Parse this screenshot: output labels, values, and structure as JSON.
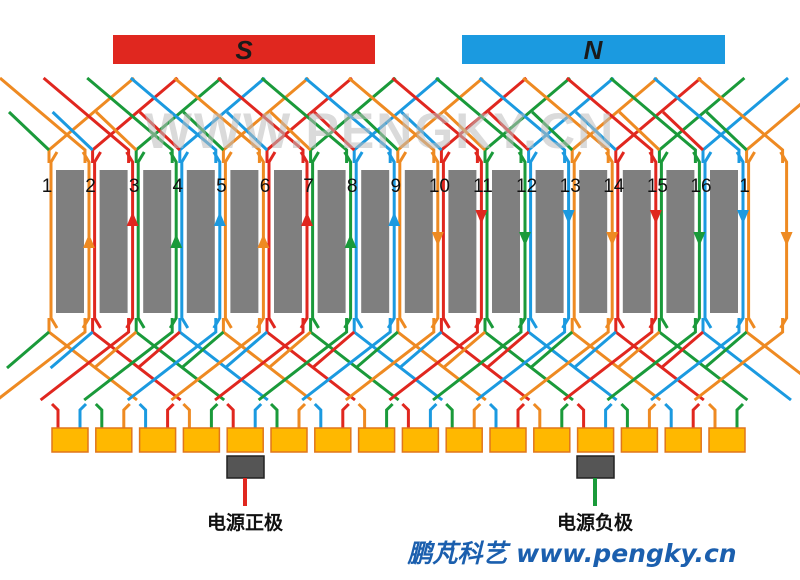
{
  "poles": [
    {
      "letter": "S",
      "color": "#e0271f"
    },
    {
      "letter": "N",
      "color": "#1b9ae0"
    }
  ],
  "slots": [
    "1",
    "2",
    "3",
    "4",
    "5",
    "6",
    "7",
    "8",
    "9",
    "10",
    "11",
    "12",
    "13",
    "14",
    "15",
    "16",
    "1"
  ],
  "watermark": "WWW.PENGKY.CN",
  "brushes": {
    "positive": {
      "label": "电源正极",
      "lead_color": "#e0271f"
    },
    "negative": {
      "label": "电源负极",
      "lead_color": "#1a9a3a"
    }
  },
  "brand": "鹏芃科艺 www.pengky.cn",
  "colors": {
    "orange": "#ee8a22",
    "red": "#e0271f",
    "green": "#1a9a3a",
    "blue": "#1b9ae0",
    "core": "#7f7f7f",
    "commutator": "#ffb800",
    "commutator_border": "#e0761b",
    "brush": "#555555"
  }
}
